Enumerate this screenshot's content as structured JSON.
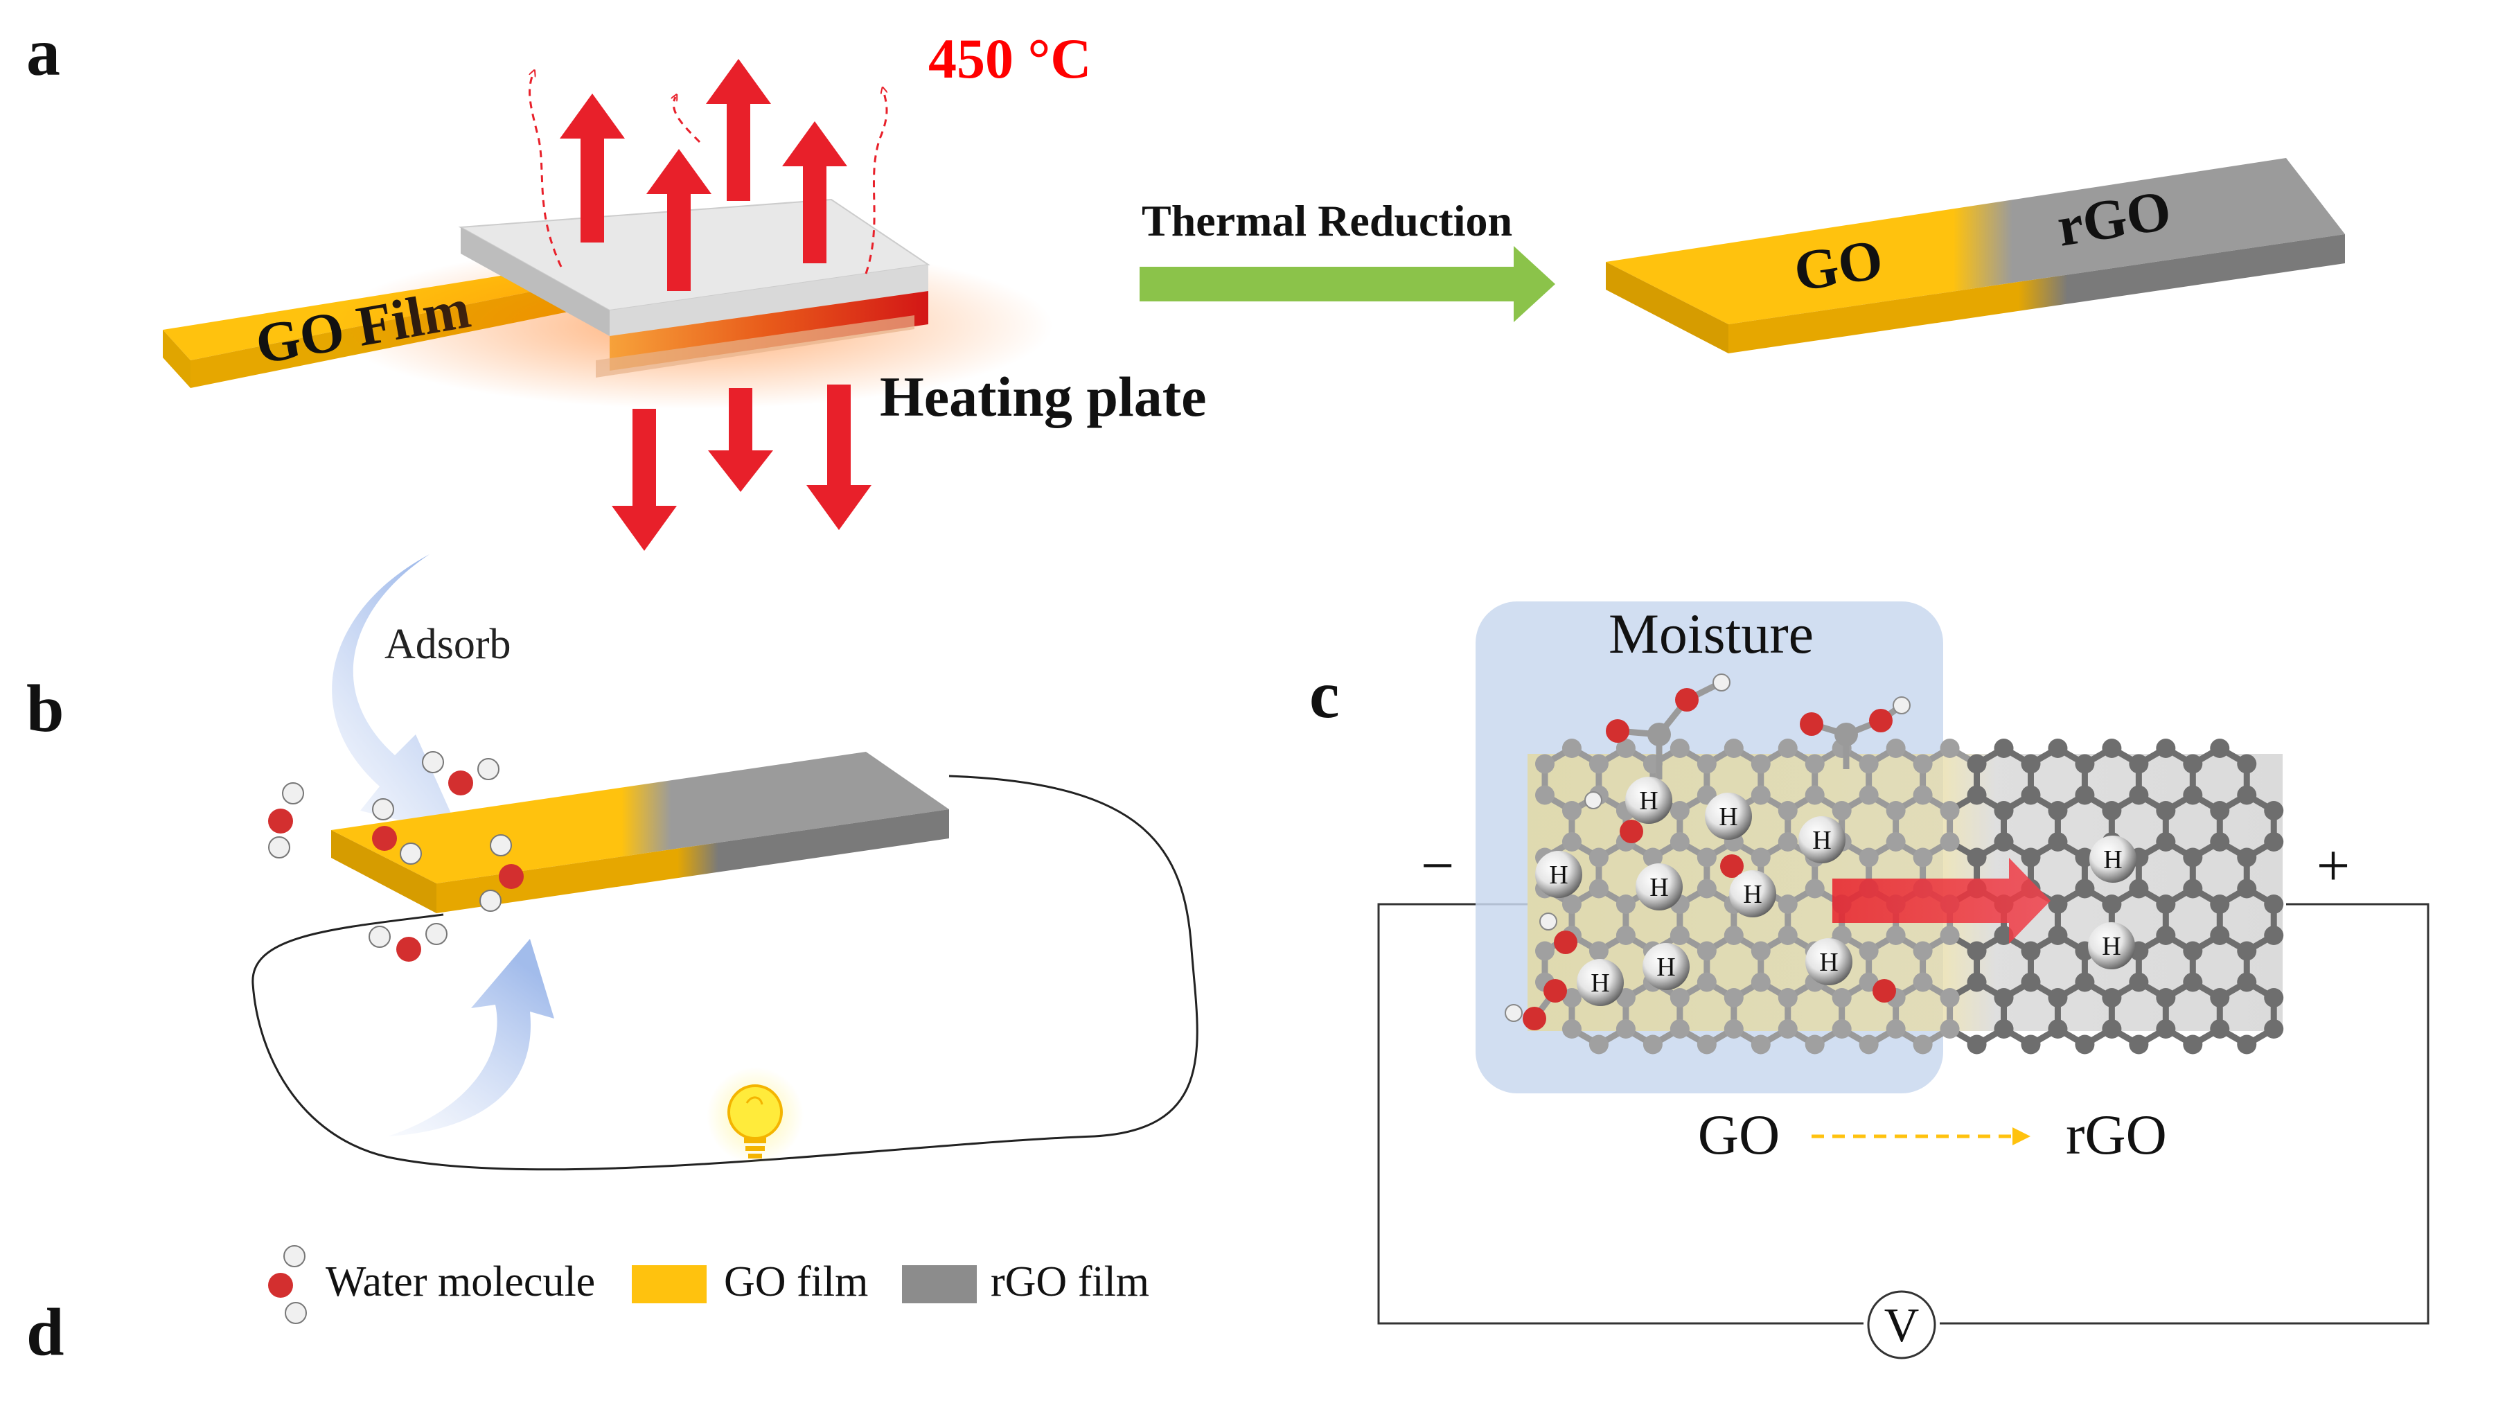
{
  "panels": {
    "a": {
      "label": "a",
      "temperature": "450 °C",
      "film_label": "GO Film",
      "heater_label": "Heating plate",
      "process_label": "Thermal Reduction",
      "result_left": "GO",
      "result_right": "rGO"
    },
    "b": {
      "label": "b",
      "adsorb_label": "Adsorb"
    },
    "c": {
      "label": "c",
      "moisture_label": "Moisture",
      "minus": "−",
      "plus": "+",
      "voltmeter": "V",
      "gradient_left": "GO",
      "gradient_right": "rGO",
      "hydrogen": "H"
    },
    "d": {
      "label": "d"
    }
  },
  "legend": {
    "water": "Water molecule",
    "go": "GO film",
    "rgo": "rGO film"
  },
  "colors": {
    "go_yellow": "#FFC20E",
    "rgo_gray": "#8C8C8C",
    "arrow_red": "#E8202A",
    "temp_red": "#FF0000",
    "arrow_green": "#8BC34A",
    "moisture_blue": "#C9D8EF",
    "oxygen_red": "#D32F2F",
    "carbon_gray": "#9A9A9A"
  }
}
